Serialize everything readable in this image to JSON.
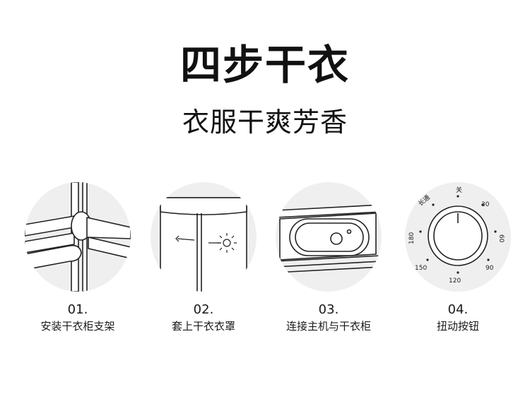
{
  "header": {
    "title": "四步干衣",
    "subtitle": "衣服干爽芳香"
  },
  "steps": [
    {
      "num": "01.",
      "label": "安装干衣柜支架",
      "icon": "rack-frame-icon"
    },
    {
      "num": "02.",
      "label": "套上干衣衣罩",
      "icon": "cover-icon"
    },
    {
      "num": "03.",
      "label": "连接主机与干衣柜",
      "icon": "heater-unit-icon"
    },
    {
      "num": "04.",
      "label": "扭动按钮",
      "icon": "timer-knob-icon"
    }
  ],
  "dial": {
    "labels": [
      "关",
      "30",
      "60",
      "90",
      "120",
      "150",
      "180",
      "长通"
    ]
  },
  "colors": {
    "background": "#ffffff",
    "circle": "#efefef",
    "line": "#222222"
  }
}
